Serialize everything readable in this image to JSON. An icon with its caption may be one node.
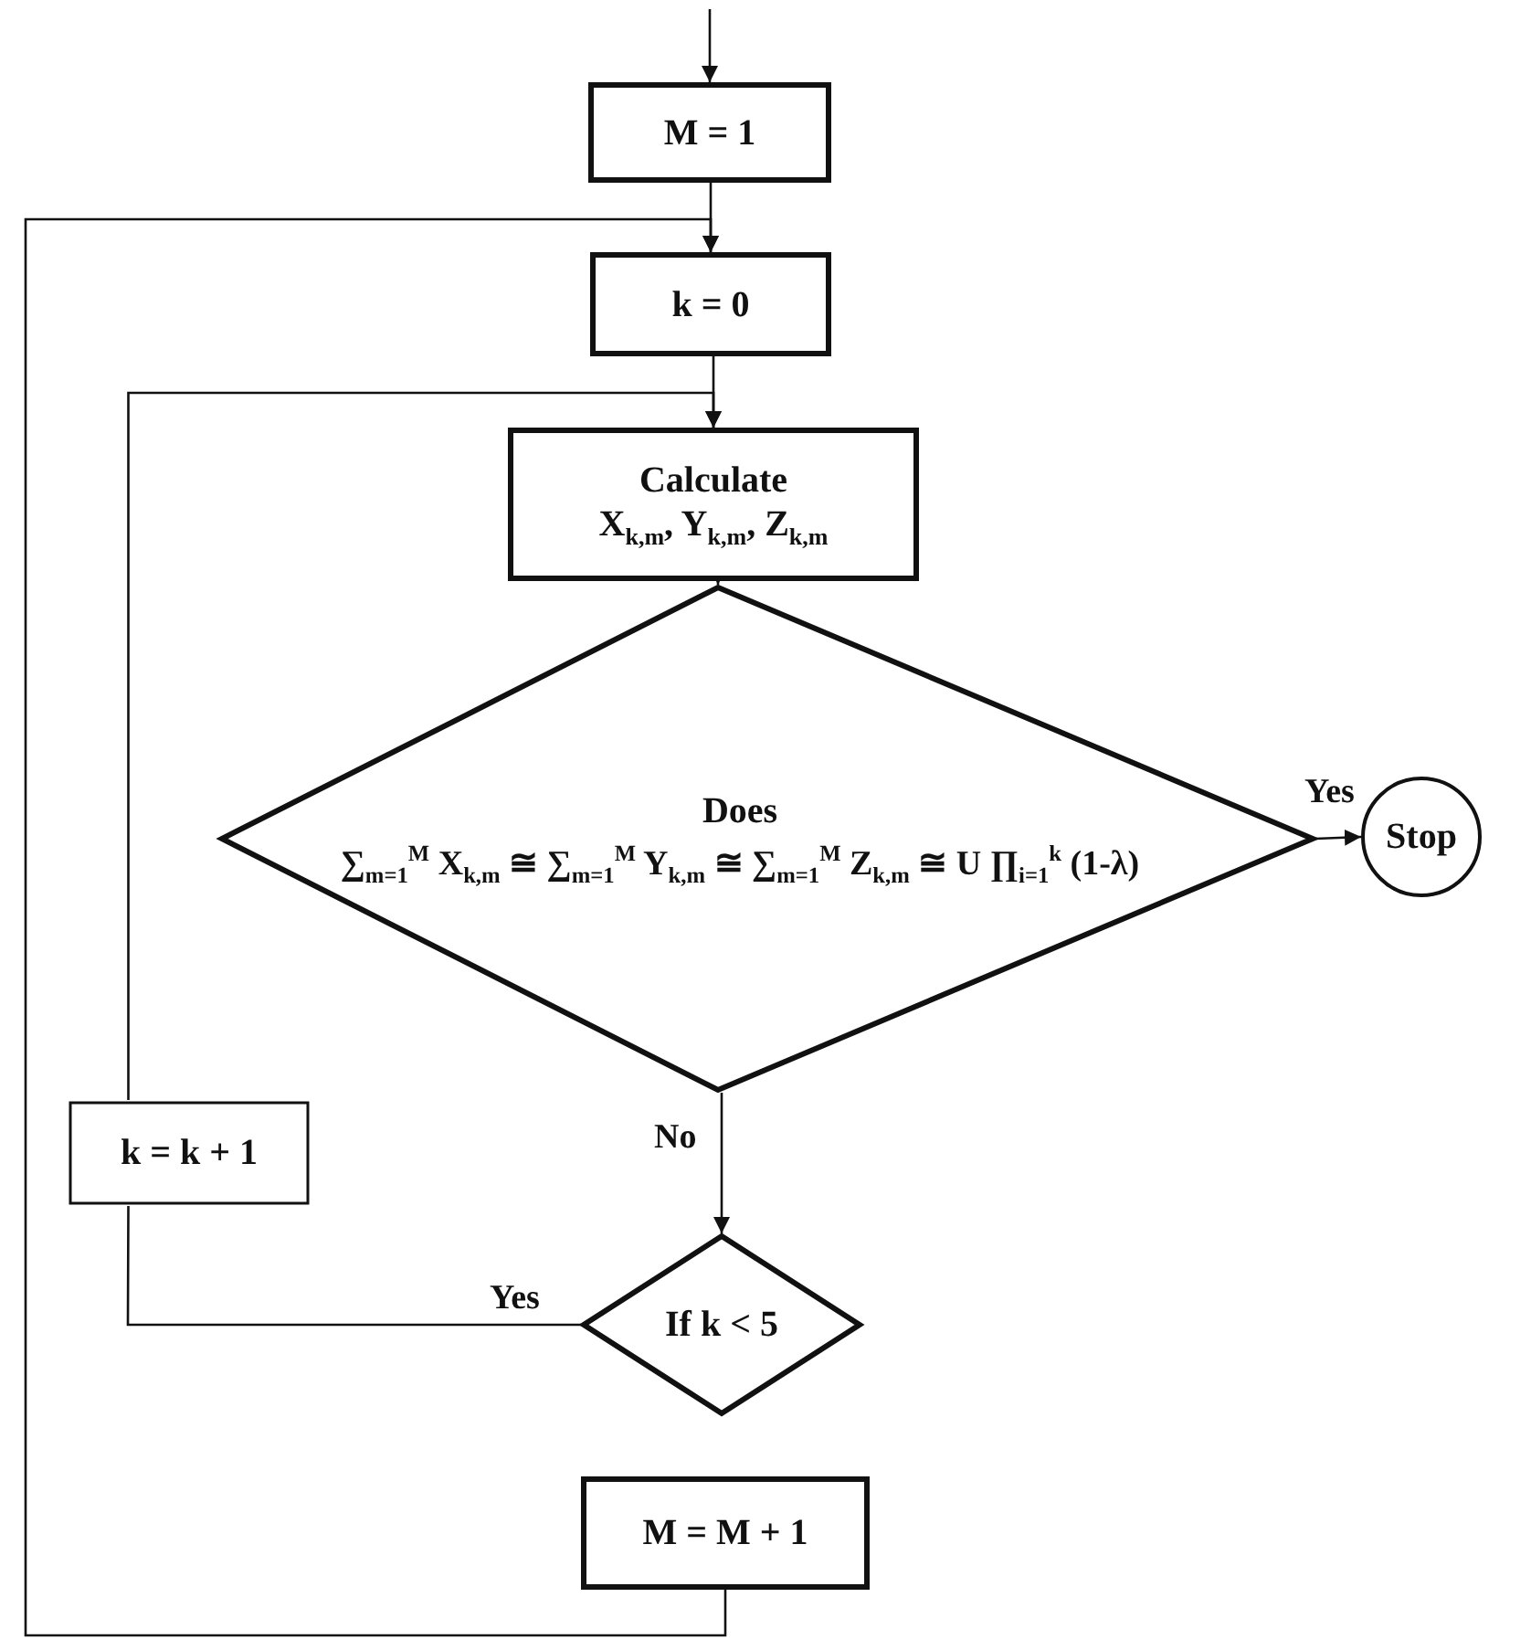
{
  "diagram": {
    "nodes": [
      {
        "text": [
          "M = 1"
        ]
      },
      {
        "text": [
          "k = 0"
        ]
      },
      {
        "text": [
          "Calculate",
          "X$_{k,m}$, Y$_{k,m}$, Z$_{k,m}$"
        ]
      },
      {
        "text": [
          "Does",
          "∑$_{m=1}$$^{M}$ X$_{k,m}$ ≅ ∑$_{m=1}$$^{M}$ Y$_{k,m}$ ≅ ∑$_{m=1}$$^{M}$ Z$_{k,m}$ ≅ U ∏$_{i=1}$$^{k}$ (1-λ)"
        ]
      },
      {
        "text": [
          "Stop"
        ]
      },
      {
        "text": [
          "k = k + 1"
        ]
      },
      {
        "text": [
          "If k < 5"
        ]
      },
      {
        "text": [
          "M = M + 1"
        ]
      }
    ],
    "edges": [
      {
        "from": null,
        "to": 0,
        "arrow": "to"
      },
      {
        "from": 0,
        "to": 1,
        "arrow": "to"
      },
      {
        "from": 1,
        "to": 2,
        "arrow": "to"
      },
      {
        "from": 2,
        "to": 3,
        "arrow": "to"
      },
      {
        "from": 3,
        "to": 4,
        "arrow": "to",
        "label": "Yes"
      },
      {
        "from": 3,
        "to": 6,
        "arrow": "to",
        "label": "No"
      },
      {
        "from": 6,
        "to": 5,
        "arrow": "none",
        "label": "Yes"
      },
      {
        "from": 5,
        "to": 2,
        "arrow": "to"
      },
      {
        "from": 7,
        "to": 1,
        "arrow": "to"
      }
    ]
  }
}
